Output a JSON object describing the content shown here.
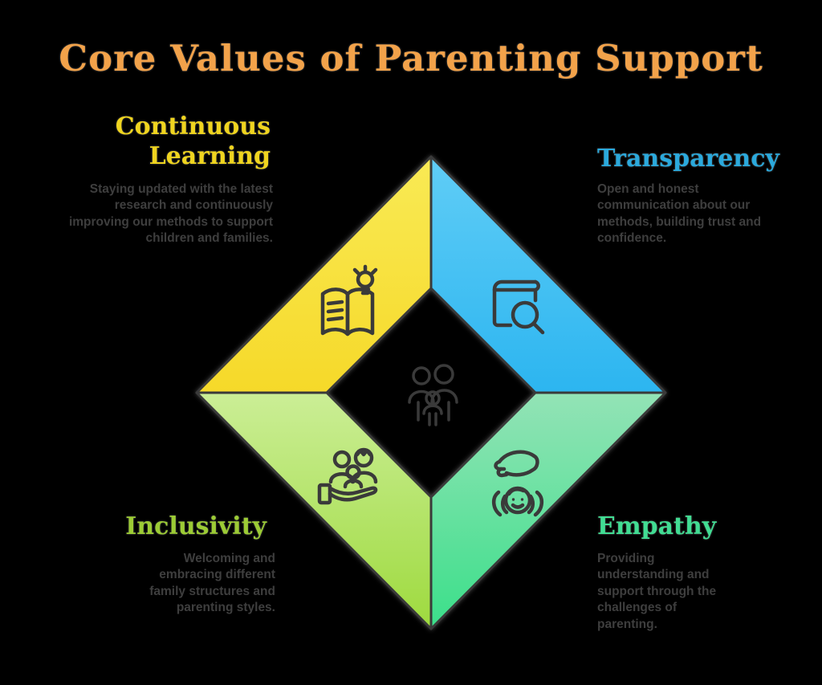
{
  "title": {
    "text": "Core Values of Parenting Support"
  },
  "colors": {
    "background": "#000000",
    "title": "#F2A24A",
    "outline": "#3A3A3A",
    "description_text": "#3E3E3E",
    "continuous_learning": {
      "heading": "#EFD41F",
      "fill_top": "#F9EA55",
      "fill_bottom": "#F6D929"
    },
    "transparency": {
      "heading": "#2BA9DC",
      "fill_top": "#60CDF6",
      "fill_bottom": "#2CB5F0"
    },
    "inclusivity": {
      "heading": "#9CCB35",
      "fill_top": "#CBEE96",
      "fill_bottom": "#9EDA3E"
    },
    "empathy": {
      "heading": "#41DC93",
      "fill_top": "#93E3B6",
      "fill_bottom": "#3BDF8A"
    }
  },
  "values": [
    {
      "label": "Continuous Learning",
      "description": "Staying updated with the latest research and continuously improving our methods to support children and families.",
      "icon": "open-book-lightbulb-icon",
      "position": "top-left"
    },
    {
      "label": "Transparency",
      "description": "Open and honest communication about our methods, building trust and confidence.",
      "icon": "book-magnifier-icon",
      "position": "top-right"
    },
    {
      "label": "Inclusivity",
      "description": "Welcoming and embracing different family structures and parenting styles.",
      "icon": "family-in-hand-icon",
      "position": "bottom-left"
    },
    {
      "label": "Empathy",
      "description": "Providing understanding and support through the challenges of parenting.",
      "icon": "hand-over-child-icon",
      "position": "bottom-right"
    }
  ],
  "center": {
    "icon": "family-icon"
  }
}
